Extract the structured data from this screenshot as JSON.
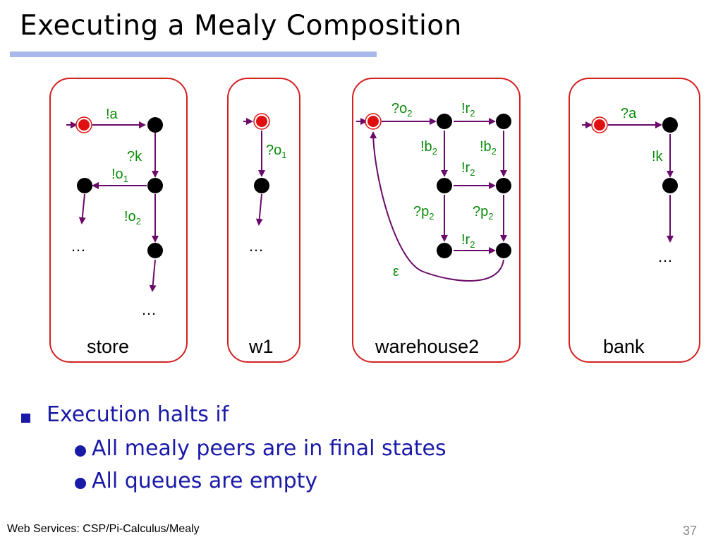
{
  "slide": {
    "title": "Executing a Mealy Composition",
    "footer": "Web Services: CSP/Pi-Calculus/Mealy",
    "page_number": "37"
  },
  "diagram": {
    "boxes": {
      "store": "store",
      "w1": "w1",
      "warehouse2": "warehouse2",
      "bank": "bank"
    },
    "labels": {
      "store_a": "!a",
      "store_k": "?k",
      "store_o1": "!o",
      "store_o1_sub": "1",
      "store_o2": "!o",
      "store_o2_sub": "2",
      "w1_o1": "?o",
      "w1_o1_sub": "1",
      "wh_o2": "?o",
      "wh_o2_sub": "2",
      "wh_r2_top": "!r",
      "wh_r2_top_sub": "2",
      "wh_b2_left": "!b",
      "wh_b2_left_sub": "2",
      "wh_b2_right": "!b",
      "wh_b2_right_sub": "2",
      "wh_r2_mid": "!r",
      "wh_r2_mid_sub": "2",
      "wh_p2_left": "?p",
      "wh_p2_left_sub": "2",
      "wh_p2_right": "?p",
      "wh_p2_right_sub": "2",
      "wh_r2_bot": "!r",
      "wh_r2_bot_sub": "2",
      "wh_epsilon": "ε",
      "bank_a": "?a",
      "bank_k": "!k"
    },
    "ellipsis": "…",
    "colors": {
      "box_border": "#d42020",
      "arrow": "#6a0a6a",
      "label": "#0a8a0a",
      "initial_state": "#e01010",
      "state": "#000000"
    }
  },
  "bullets": {
    "main": "Execution halts if",
    "sub": [
      "All mealy peers are in final states",
      "All queues are empty"
    ]
  }
}
